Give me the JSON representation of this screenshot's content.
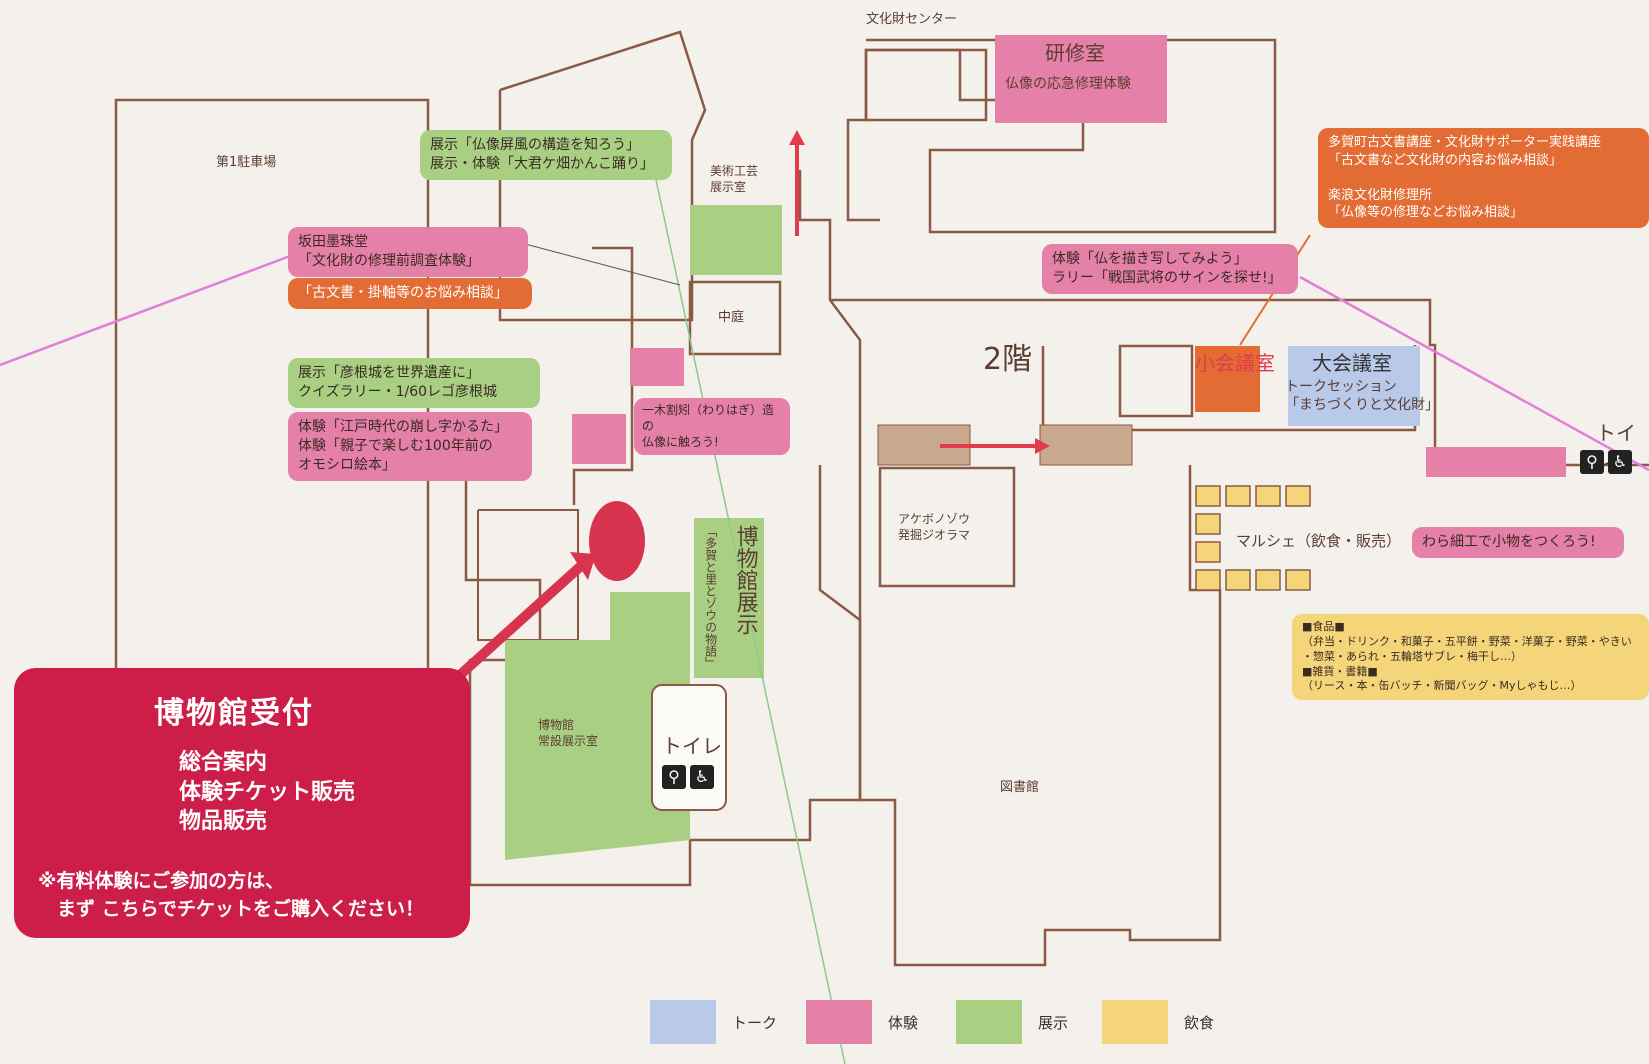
{
  "colors": {
    "talk": "#b9c9ea",
    "experience": "#e580a9",
    "exhibit": "#a9cf83",
    "food": "#f5d57a",
    "reception": "#cc1e48",
    "orange": "#e36c34",
    "wall": "#8a5a44",
    "arrow": "#e23b4e"
  },
  "places": {
    "parking": "第1駐車場",
    "bunkazai_center": "文化財センター",
    "kenshu": "研修室",
    "art_room": "美術工芸\n展示室",
    "courtyard": "中庭",
    "second_floor": "2階",
    "small_hall": "小会議室",
    "large_hall": "大会議室",
    "dino": "アケボノゾウ\n発掘ジオラマ",
    "museum_perm": "博物館\n常設展示室",
    "toilet": "トイレ",
    "toilet_right": "トイレ",
    "library": "図書館",
    "marche": "マルシェ（飲食・販売）",
    "museum_exhibit": "博物館展示",
    "museum_exhibit_sub": "「多賀と里とゾウの物語」"
  },
  "callouts": {
    "kenshu_event": "仏像の応急修理体験",
    "byobu": "展示「仏像屏風の構造を知ろう」\n展示・体験「大君ケ畑かんこ踊り」",
    "sakata": "坂田墨珠堂\n「文化財の修理前調査体験」",
    "komonjo": "「古文書・掛軸等のお悩み相談」",
    "hikone": "展示「彦根城を世界遺産に」\nクイズラリー・1/60レゴ彦根城",
    "edo": "体験「江戸時代の崩し字かるた」\n体験「親子で楽しむ100年前の\nオモシロ絵本」",
    "ichiboku": "一木割矧（わりはぎ）造の\n仏像に触ろう!",
    "hotoke": "体験「仏を描き写してみよう」\nラリー「戦国武将のサインを探せ!」",
    "taga_lecture": "多賀町古文書講座・文化財サポーター実践講座\n「古文書など文化財の内容お悩み相談」\n\n楽浪文化財修理所\n「仏像等の修理などお悩み相談」",
    "talk_session": "トークセッション\n「まちづくりと文化財」",
    "wara": "わら細工で小物をつくろう!",
    "food_list": "■食品■\n（弁当・ドリンク・和菓子・五平餅・野菜・洋菓子・野菜・やきい\n・惣菜・あられ・五輪塔サブレ・梅干し…）\n■雑貨・書籍■\n（リース・本・缶バッチ・新聞バッグ・Myしゃもじ…）"
  },
  "reception": {
    "title": "博物館受付",
    "items": "総合案内\n体験チケット販売\n物品販売",
    "note": "※有料体験にご参加の方は、\n　まず こちらでチケットをご購入ください！"
  },
  "legend": [
    {
      "label": "トーク",
      "color": "#b9c9ea"
    },
    {
      "label": "体験",
      "color": "#e580a9"
    },
    {
      "label": "展示",
      "color": "#a9cf83"
    },
    {
      "label": "飲食",
      "color": "#f5d57a"
    }
  ]
}
